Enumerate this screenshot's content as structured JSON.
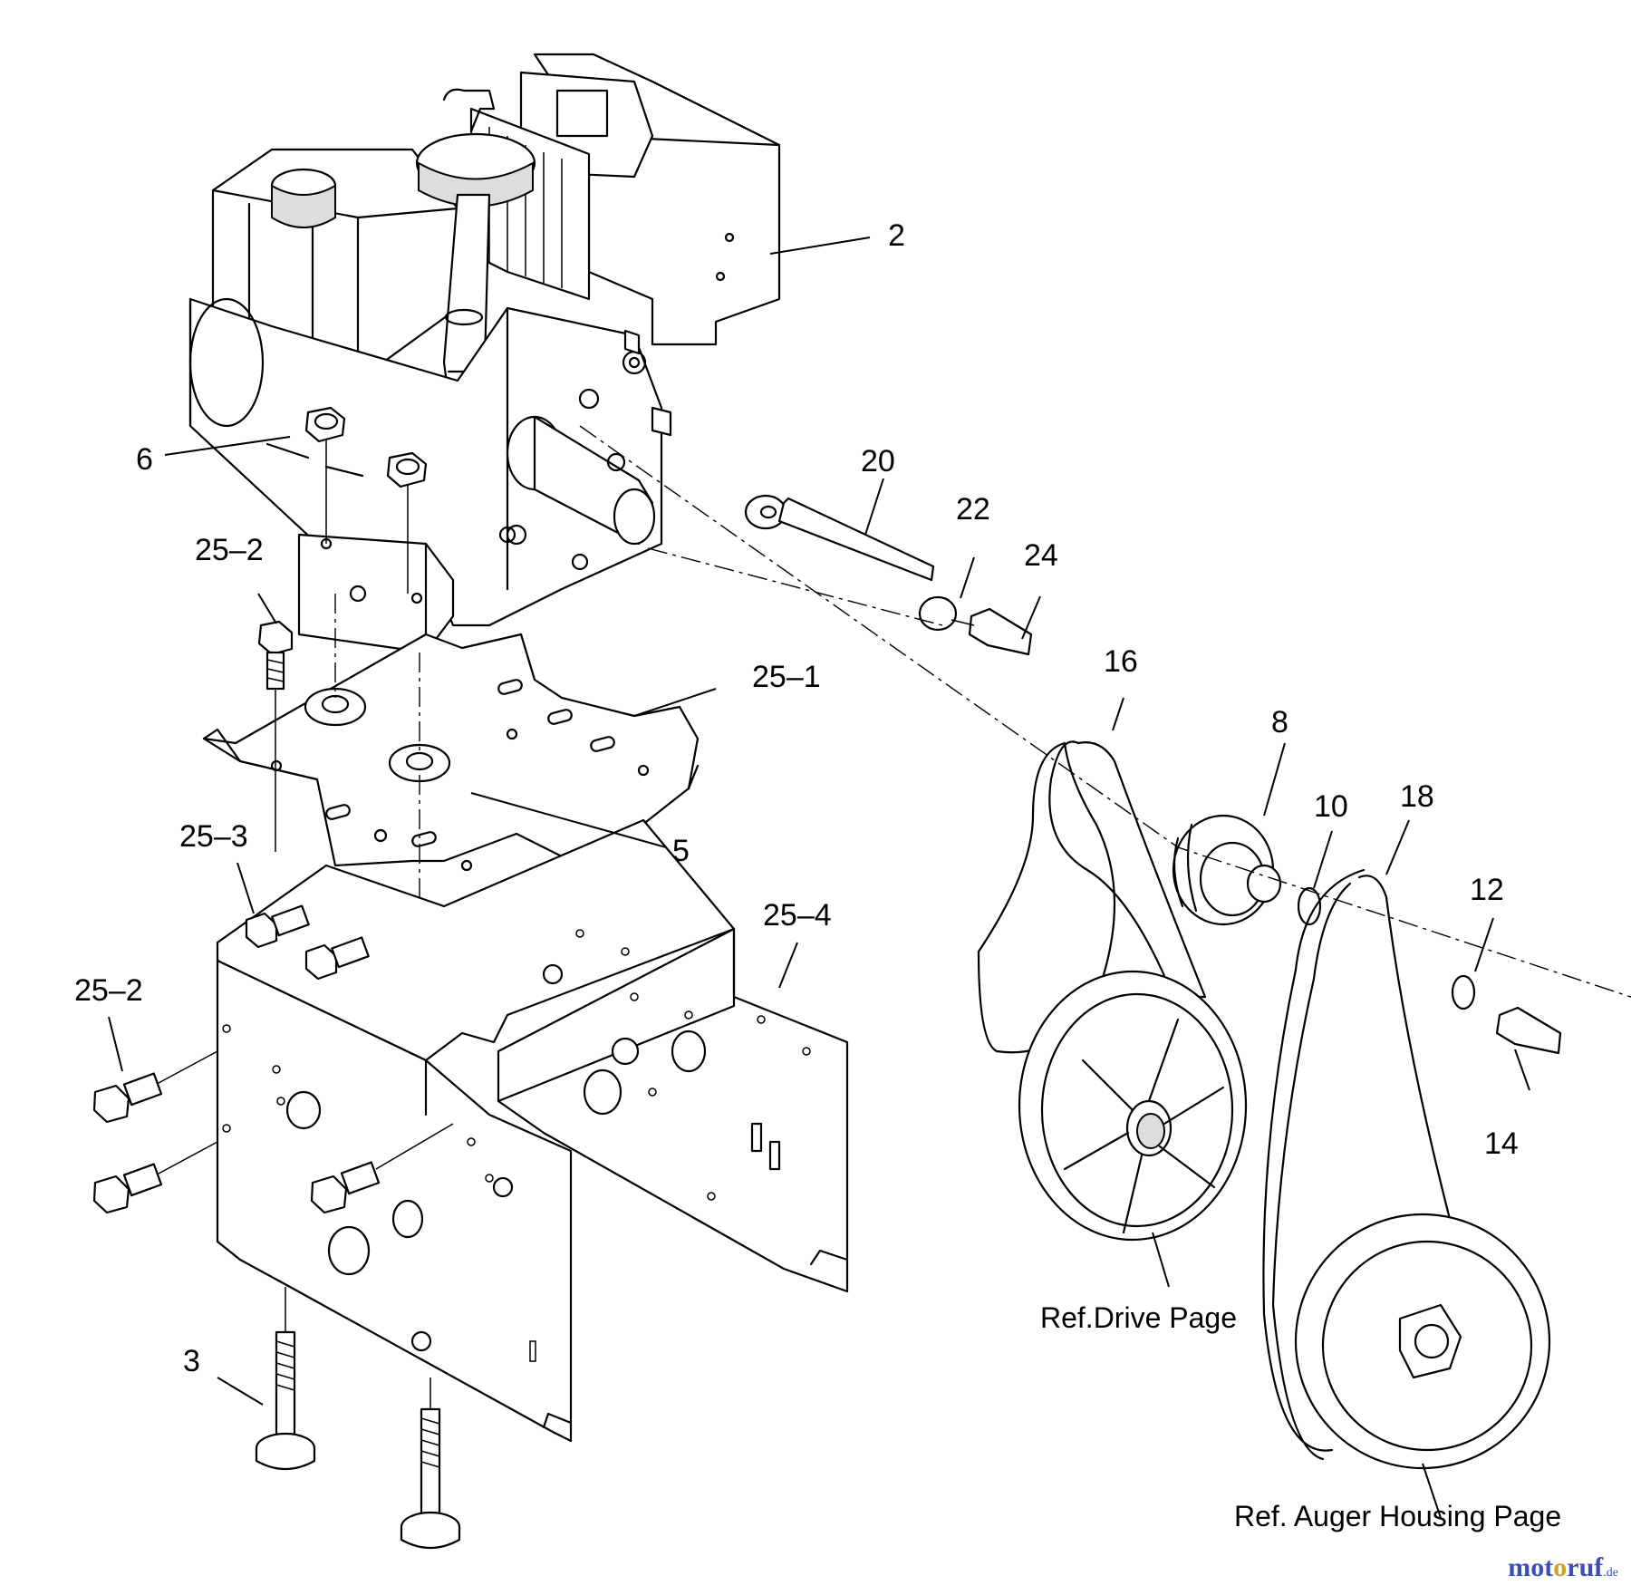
{
  "callouts": [
    {
      "id": "2",
      "text": "2"
    },
    {
      "id": "6",
      "text": "6"
    },
    {
      "id": "20",
      "text": "20"
    },
    {
      "id": "22",
      "text": "22"
    },
    {
      "id": "24",
      "text": "24"
    },
    {
      "id": "25-2a",
      "text": "25–2"
    },
    {
      "id": "25-1",
      "text": "25–1"
    },
    {
      "id": "16",
      "text": "16"
    },
    {
      "id": "8",
      "text": "8"
    },
    {
      "id": "10",
      "text": "10"
    },
    {
      "id": "18",
      "text": "18"
    },
    {
      "id": "5",
      "text": "5"
    },
    {
      "id": "25-3",
      "text": "25–3"
    },
    {
      "id": "25-4",
      "text": "25–4"
    },
    {
      "id": "12",
      "text": "12"
    },
    {
      "id": "25-2b",
      "text": "25–2"
    },
    {
      "id": "14",
      "text": "14"
    },
    {
      "id": "3",
      "text": "3"
    }
  ],
  "references": {
    "drive": "Ref.Drive Page",
    "auger": "Ref. Auger Housing Page"
  },
  "watermark": {
    "part1": "mot",
    "part2": "o",
    "part3": "ruf",
    "suffix": ".de"
  }
}
